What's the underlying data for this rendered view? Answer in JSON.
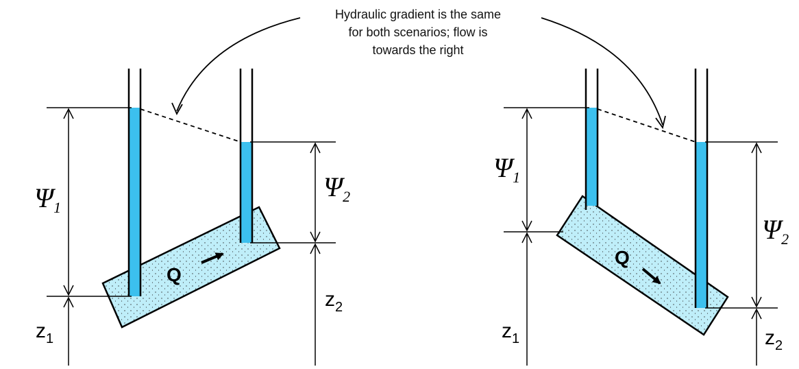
{
  "annotation": {
    "lines": [
      "Hydraulic gradient is the same",
      "for both scenarios; flow is",
      "towards the right"
    ]
  },
  "left_diagram": {
    "psi1": "Ψ",
    "psi1_sub": "1",
    "psi2": "Ψ",
    "psi2_sub": "2",
    "z1": "z",
    "z1_sub": "1",
    "z2": "z",
    "z2_sub": "2",
    "flow_label": "Q"
  },
  "right_diagram": {
    "psi1": "Ψ",
    "psi1_sub": "1",
    "psi2": "Ψ",
    "psi2_sub": "2",
    "z1": "z",
    "z1_sub": "1",
    "z2": "z",
    "z2_sub": "2",
    "flow_label": "Q"
  },
  "colors": {
    "water": "#3cc0ee",
    "soil": "#bfeef9",
    "line": "#000000"
  }
}
